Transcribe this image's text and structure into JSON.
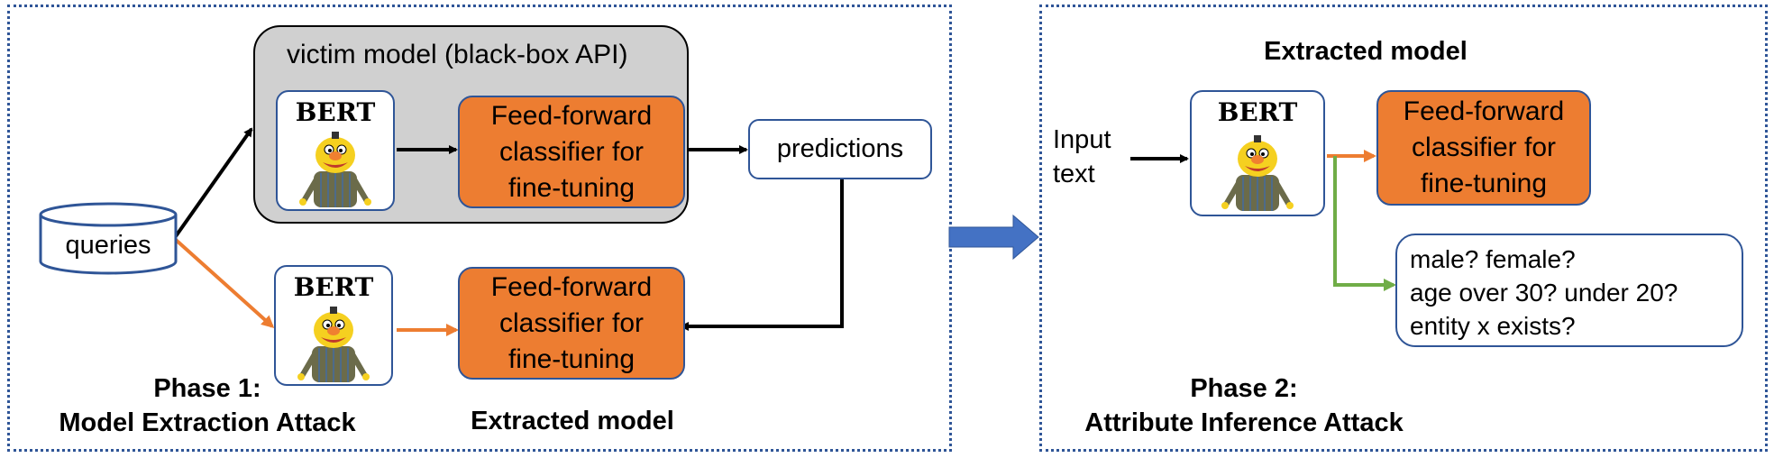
{
  "phase1": {
    "victim_label": "victim model (black-box API)",
    "queries_label": "queries",
    "predictions_label": "predictions",
    "bert_label": "BERT",
    "ff_label": "Feed-forward\nclassifier for\nfine-tuning",
    "caption": "Phase 1:\nModel Extraction Attack",
    "extracted_label": "Extracted model"
  },
  "phase2": {
    "title": "Extracted model",
    "input_label": "Input\ntext",
    "bert_label": "BERT",
    "ff_label": "Feed-forward\nclassifier for\nfine-tuning",
    "attributes": "male? female?\nage over 30? under 20?\nentity x exists?",
    "caption": "Phase 2:\nAttribute Inference Attack"
  },
  "colors": {
    "frame": "#2f5597",
    "classifier": "#ed7d31",
    "victim_bg": "#d0d0d0",
    "arrow_black": "#000000",
    "arrow_orange": "#ed7d31",
    "arrow_green": "#70ad47",
    "transition_arrow": "#4472c4"
  }
}
